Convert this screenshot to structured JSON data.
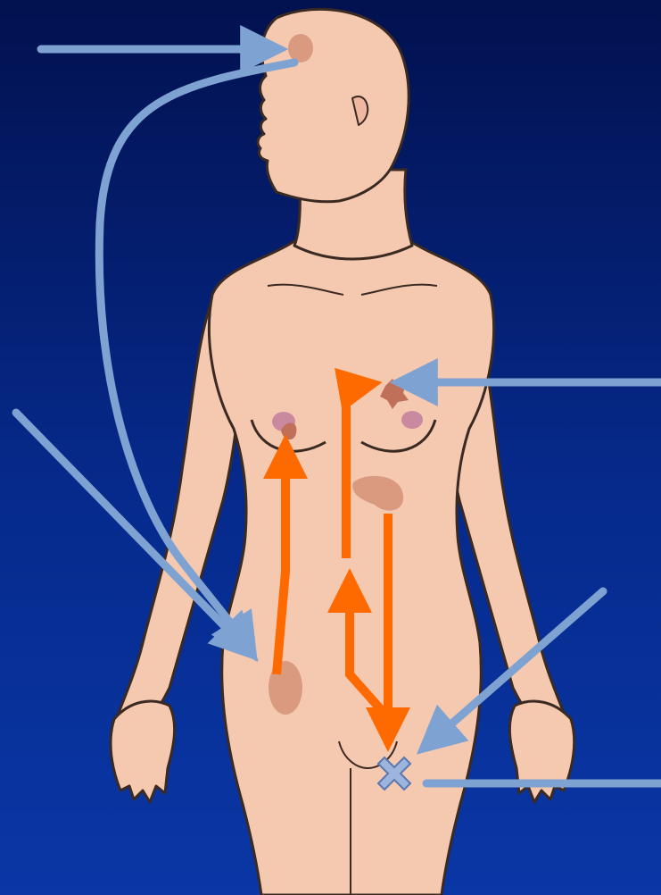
{
  "colors": {
    "background_top": "#02114f",
    "background_bottom": "#0a37a6",
    "skin": "#f5c8b0",
    "outline": "#3a2a22",
    "lesion": "#d99a80",
    "pointer_arrow": "#7ea2d2",
    "pathway_arrow": "#ff6a00"
  },
  "icons": {
    "marker": "x-mark-icon"
  },
  "lesions": [
    {
      "name": "brain-lesion"
    },
    {
      "name": "right-breast-lesion"
    },
    {
      "name": "left-breast-lesion"
    },
    {
      "name": "liver-lesion"
    },
    {
      "name": "bowel-lesion"
    },
    {
      "name": "pelvic-site-marker"
    }
  ],
  "pointer_arrows": [
    {
      "name": "brain-pointer-arrow"
    },
    {
      "name": "curved-head-to-abdomen-arrow"
    },
    {
      "name": "left-abdomen-pointer-arrow"
    },
    {
      "name": "breast-pointer-arrow"
    },
    {
      "name": "pelvis-pointer-arrow"
    },
    {
      "name": "pelvis-marker-line"
    }
  ],
  "pathway_arrows": [
    {
      "name": "abdomen-to-breast-pathway"
    },
    {
      "name": "upward-to-left-breast-pathway"
    },
    {
      "name": "liver-down-to-pelvis-pathway"
    },
    {
      "name": "pelvis-up-to-center-pathway"
    }
  ]
}
